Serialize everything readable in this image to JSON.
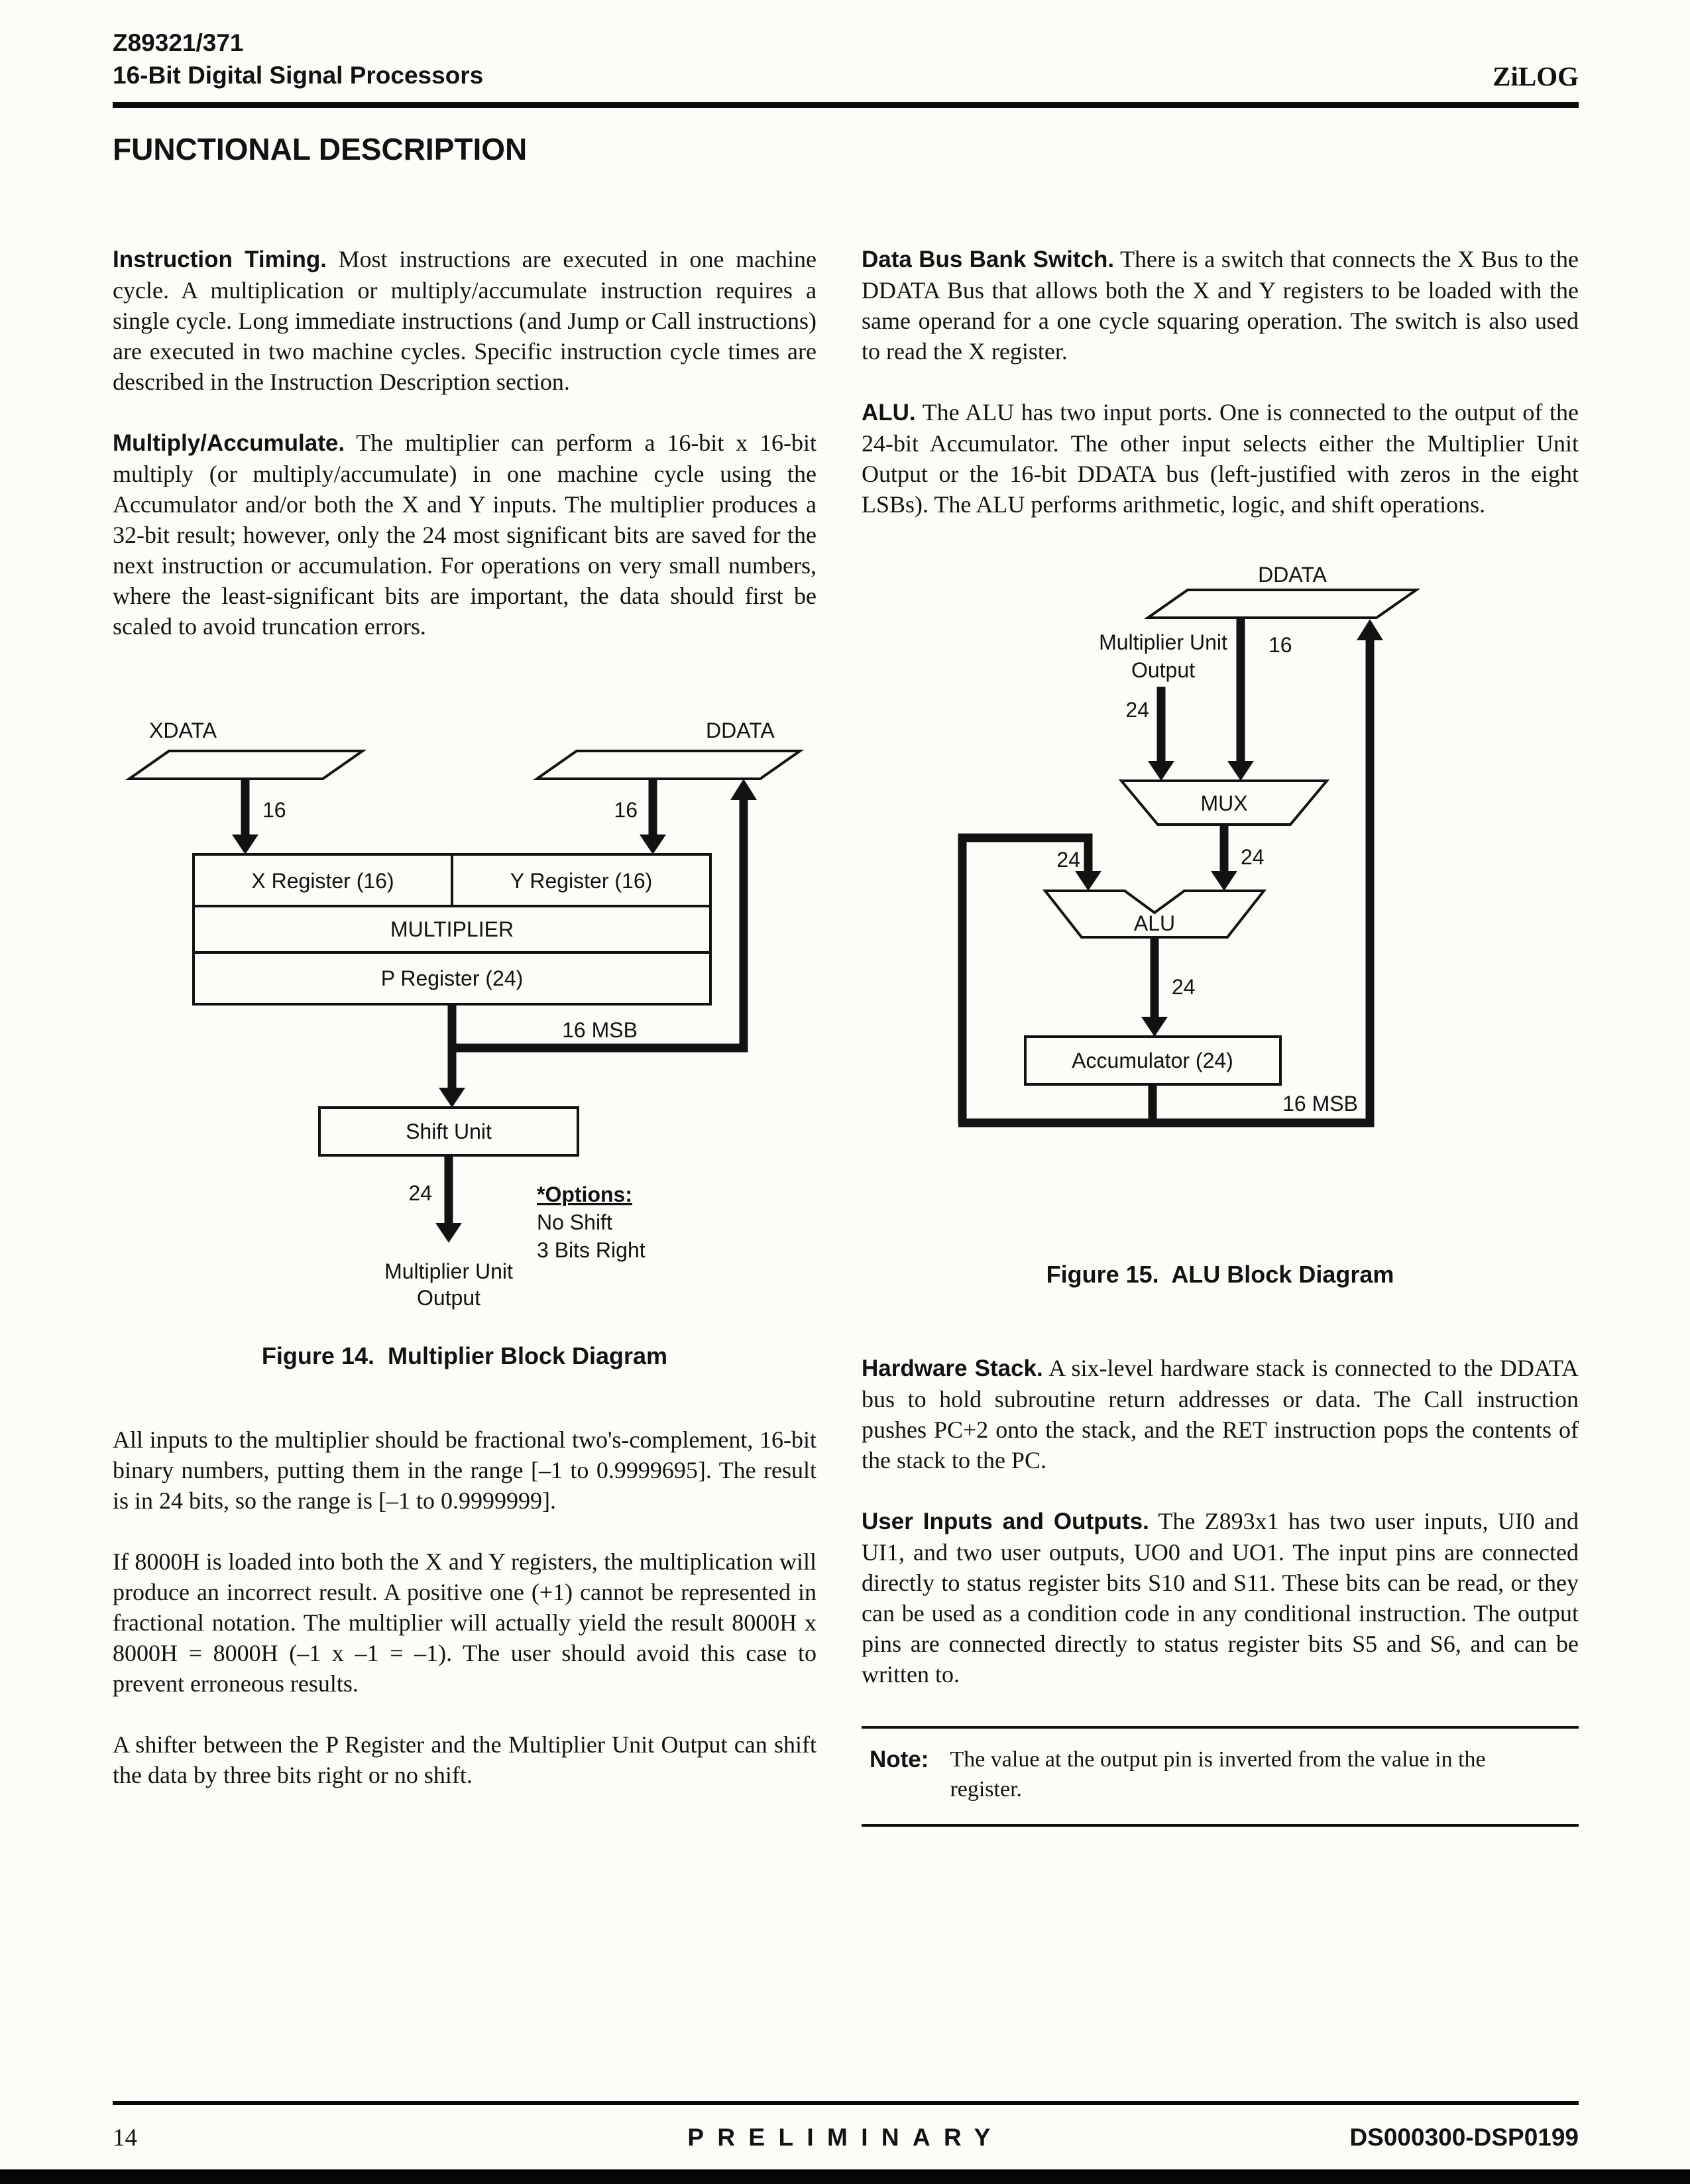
{
  "header": {
    "doc_id": "Z89321/371",
    "subtitle": "16-Bit Digital Signal Processors",
    "brand": "ZiLOG"
  },
  "section_title": "FUNCTIONAL DESCRIPTION",
  "left_column": {
    "p_instruction_timing": {
      "lead": "Instruction Timing.",
      "text": "Most instructions are executed in one machine cycle. A multiplication or multiply/accumulate instruction requires a single cycle. Long immediate instructions (and Jump or Call instructions) are executed in two machine cycles. Specific instruction cycle times are described in the Instruction Description section."
    },
    "p_multiply_accumulate": {
      "lead": "Multiply/Accumulate.",
      "text": "The multiplier can perform a 16-bit x 16-bit multiply (or multiply/accumulate) in one machine cycle using the Accumulator and/or both the X and Y inputs. The multiplier produces a 32-bit result; however, only the 24 most significant bits are saved for the next instruction or accumulation. For operations on very small numbers, where the least-significant bits are important, the data should first be scaled to avoid truncation errors."
    },
    "p_fractional": "All inputs to the multiplier should be fractional two's-complement, 16-bit binary numbers, putting them in the range [–1 to 0.9999695]. The result is in 24 bits, so the range is [–1 to 0.9999999].",
    "p_8000h": "If 8000H is loaded into both the X and Y registers, the multiplication will produce an incorrect result. A positive one (+1) cannot be represented in fractional notation. The multiplier will actually yield the result 8000H x 8000H = 8000H (–1 x –1 = –1). The user should avoid this case to prevent erroneous results.",
    "p_shifter": "A shifter between the P Register and the Multiplier Unit Output can shift the data by three bits right or no shift."
  },
  "right_column": {
    "p_data_bus": {
      "lead": "Data Bus Bank Switch.",
      "text": "There is a switch that connects the X Bus to the DDATA Bus that allows both the X and Y registers to be loaded with the same operand for a one cycle squaring operation. The switch is also used to read the X register."
    },
    "p_alu": {
      "lead": "ALU.",
      "text": "The ALU has two input ports. One is connected to the output of the 24-bit Accumulator. The other input selects either the Multiplier Unit Output or the 16-bit DDATA bus (left-justified with zeros in the eight LSBs). The ALU performs arithmetic, logic, and shift operations."
    },
    "p_hardware_stack": {
      "lead": "Hardware Stack.",
      "text": "A six-level hardware stack is connected to the DDATA bus to hold subroutine return addresses or data. The Call instruction pushes PC+2 onto the stack, and the RET instruction pops the contents of the stack to the PC."
    },
    "p_user_io": {
      "lead": "User Inputs and Outputs.",
      "text": "The Z893x1 has two user inputs, UI0 and UI1, and two user outputs, UO0 and UO1. The input pins are connected directly to status register bits S10 and S11. These bits can be read, or they can be used as a condition code in any conditional instruction. The output pins are connected directly to status register bits S5 and S6, and can be written to."
    },
    "note": {
      "label": "Note:",
      "text": "The value at the output pin is inverted from the value in the register."
    }
  },
  "figure14": {
    "caption": "Figure 14.  Multiplier Block Diagram",
    "xdata": "XDATA",
    "ddata": "DDATA",
    "w16_xdata": "16",
    "w16_ddata": "16",
    "x_register": "X Register (16)",
    "y_register": "Y Register (16)",
    "multiplier": "MULTIPLIER",
    "p_register": "P Register (24)",
    "msb16": "16 MSB",
    "shift_unit": "Shift Unit",
    "w24_out": "24",
    "output_line1": "Multiplier Unit",
    "output_line2": "Output",
    "options_title": "*Options:",
    "option_no_shift": "No Shift",
    "option_3bits": "3 Bits Right"
  },
  "figure15": {
    "caption": "Figure 15.  ALU Block Diagram",
    "ddata": "DDATA",
    "mu_output_line1": "Multiplier Unit",
    "mu_output_line2": "Output",
    "w16_ddata": "16",
    "w24_mu": "24",
    "w24_feedback": "24",
    "w24_mux_out": "24",
    "w24_alu_out": "24",
    "mux": "MUX",
    "alu": "ALU",
    "accumulator": "Accumulator (24)",
    "msb16": "16 MSB"
  },
  "footer": {
    "page_number": "14",
    "status": "PRELIMINARY",
    "doc_number": "DS000300-DSP0199"
  }
}
